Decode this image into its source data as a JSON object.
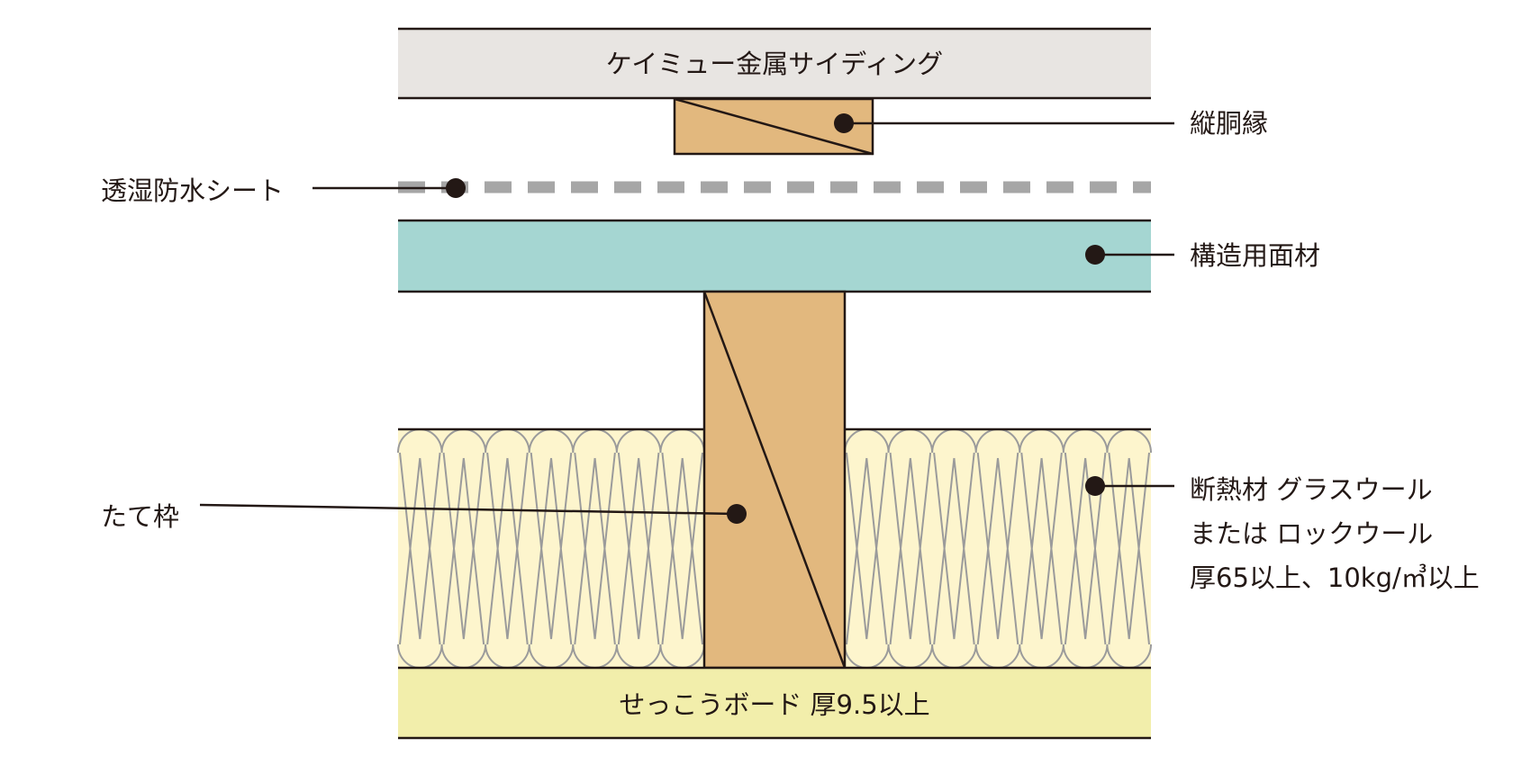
{
  "layers": {
    "siding": "ケイミュー金属サイディング",
    "gypsum": "せっこうボード 厚9.5以上"
  },
  "callouts": {
    "furring": "縦胴縁",
    "membrane": "透湿防水シート",
    "sheathing": "構造用面材",
    "stud": "たて枠",
    "insulation_line1": "断熱材 グラスウール",
    "insulation_line2": "または ロックウール",
    "insulation_line3": "厚65以上、10kg/㎥以上"
  },
  "colors": {
    "siding": "#e8e5e2",
    "wood": "#e2b87e",
    "membrane": "#a6a6a6",
    "sheathing": "#a5d6d2",
    "insulation": "#fdf5cd",
    "insulation_lines": "#9b9b9b",
    "gypsum": "#f2eeab",
    "line": "#231815"
  }
}
